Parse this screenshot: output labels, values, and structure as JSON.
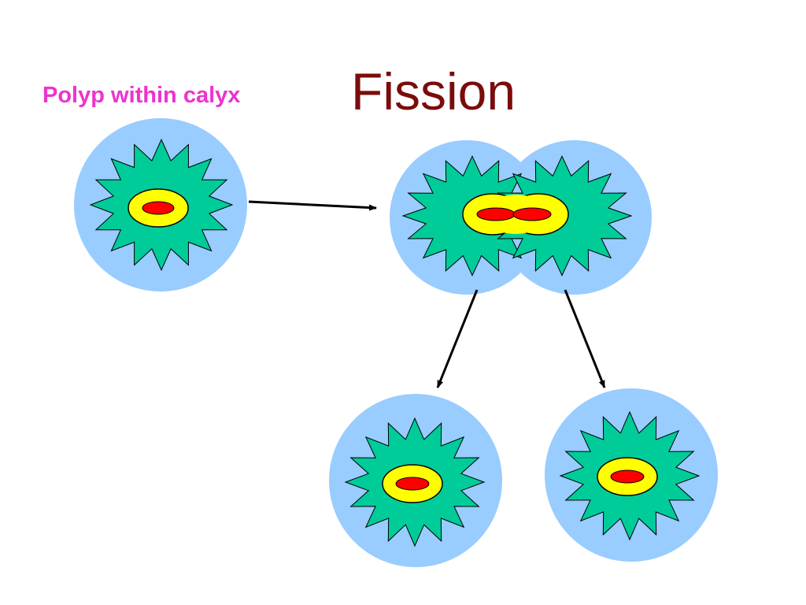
{
  "slide": {
    "title": "Fission",
    "annotation": "Polyp within calyx"
  },
  "colors": {
    "title": "#7b0c0c",
    "annotation": "#ee33cc",
    "calyx": "#99ccff",
    "polyp": "#00cc99",
    "mouth_ring": "#ffff00",
    "mouth": "#ff0000",
    "outline": "#000000",
    "arrow": "#000000"
  },
  "diagram": {
    "stages": [
      "parent-polyp",
      "dividing-polyp",
      "daughter-polyp-left",
      "daughter-polyp-right"
    ],
    "icons": [
      "calyx-circle",
      "star-polyp-shape",
      "mouth-ring",
      "mouth-center",
      "arrow"
    ]
  }
}
